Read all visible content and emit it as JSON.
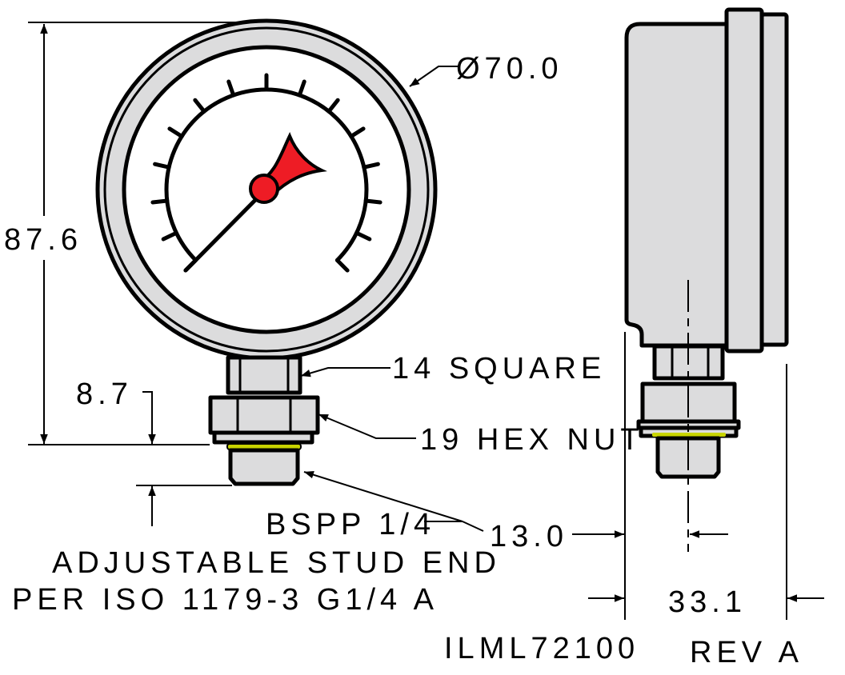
{
  "title_block": {
    "part_number": "ILML72100",
    "revision": "REV A"
  },
  "dimensions": {
    "diameter": "Ø70.0",
    "height": "87.6",
    "stud_offset": "8.7",
    "square": "14 SQUARE",
    "hex_nut": "19 HEX NUT",
    "thread": "BSPP 1/4",
    "stud_end_line1": "ADJUSTABLE STUD END",
    "stud_end_line2": "PER ISO 1179-3 G1/4 A",
    "depth_offset": "13.0",
    "depth_total": "33.1"
  },
  "colors": {
    "body": "#dcdcdd",
    "pointer": "#ee1c25",
    "gasket": "#c8d400"
  }
}
